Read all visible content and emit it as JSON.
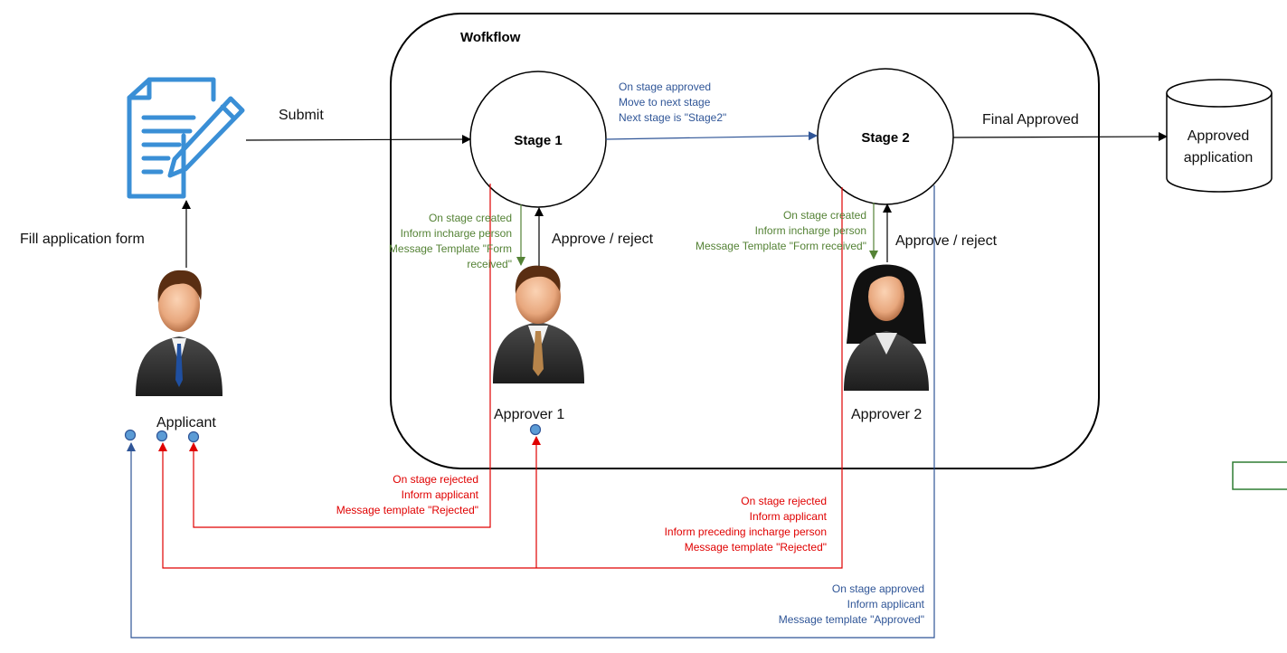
{
  "workflow": {
    "title": "Wofkflow",
    "stage1": "Stage 1",
    "stage2": "Stage 2"
  },
  "labels": {
    "submit": "Submit",
    "fill_form": "Fill application form",
    "applicant": "Applicant",
    "approver1": "Approver 1",
    "approver2": "Approver 2",
    "approve_reject_1": "Approve / reject",
    "approve_reject_2": "Approve / reject",
    "final_approved": "Final Approved",
    "approved_application_line1": "Approved",
    "approved_application_line2": "application"
  },
  "notes": {
    "stage_approved_move": [
      "On stage approved",
      "Move to next stage",
      "Next stage is \"Stage2\""
    ],
    "stage1_created": [
      "On stage created",
      "Inform incharge person",
      "Message Template \"Form",
      "received\""
    ],
    "stage2_created": [
      "On stage created",
      "Inform incharge person",
      "Message Template \"Form received\""
    ],
    "stage1_rejected": [
      "On stage rejected",
      "Inform applicant",
      "Message template \"Rejected\""
    ],
    "stage2_rejected": [
      "On stage rejected",
      "Inform applicant",
      "Inform preceding incharge person",
      "Message template \"Rejected\""
    ],
    "stage2_approved": [
      "On stage approved",
      "Inform applicant",
      "Message template \"Approved\""
    ]
  },
  "colors": {
    "black": "#000000",
    "green": "#548235",
    "red": "#e00000",
    "blue": "#2f5597",
    "icon_blue": "#3a8fd6",
    "dot_fill": "#5b9bd5"
  },
  "icons": [
    "document-edit-icon",
    "businessman-icon",
    "businesswoman-icon",
    "database-cylinder-icon"
  ]
}
